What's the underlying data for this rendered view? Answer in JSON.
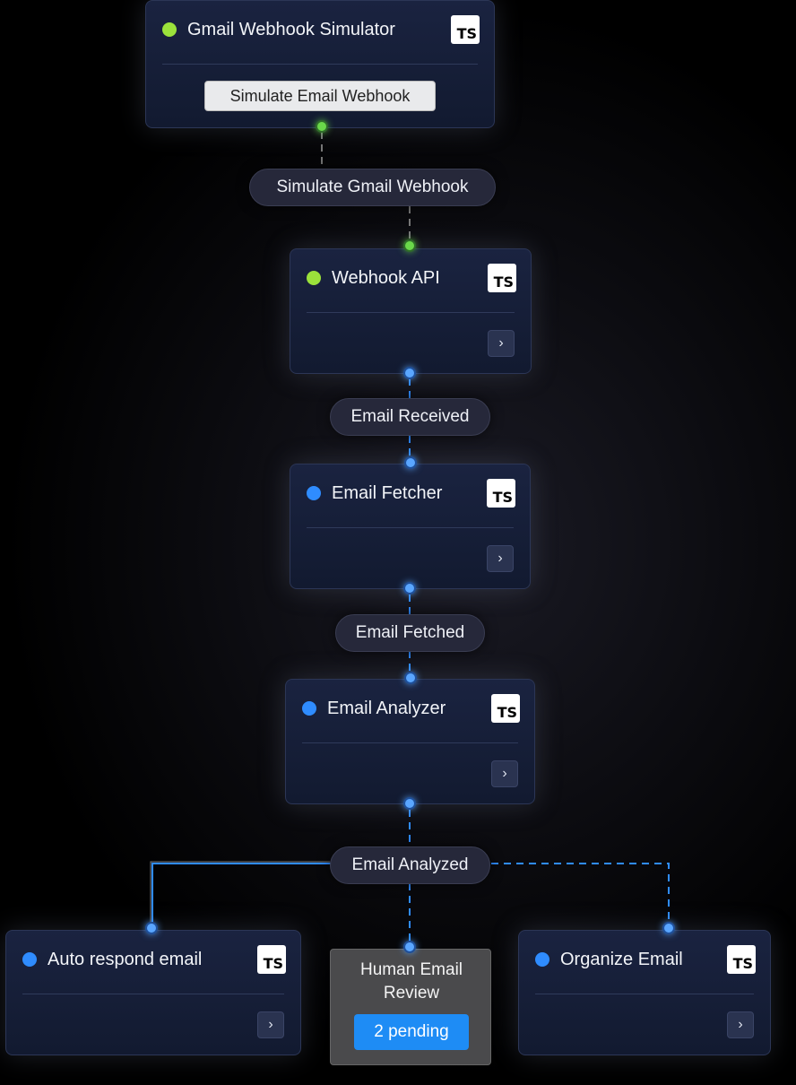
{
  "nodes": {
    "simulator": {
      "title": "Gmail Webhook Simulator",
      "badge": "TS",
      "button_label": "Simulate Email Webhook",
      "status_color": "#9be23b"
    },
    "webhook_api": {
      "title": "Webhook API",
      "badge": "TS",
      "status_color": "#9be23b"
    },
    "fetcher": {
      "title": "Email Fetcher",
      "badge": "TS",
      "status_color": "#2f8cff"
    },
    "analyzer": {
      "title": "Email Analyzer",
      "badge": "TS",
      "status_color": "#2f8cff"
    },
    "auto_respond": {
      "title": "Auto respond email",
      "badge": "TS",
      "status_color": "#2f8cff"
    },
    "organize": {
      "title": "Organize Email",
      "badge": "TS",
      "status_color": "#2f8cff"
    },
    "human_review": {
      "title": "Human Email Review",
      "pending_label": "2 pending"
    }
  },
  "edges": {
    "simulate": "Simulate Gmail Webhook",
    "received": "Email Received",
    "fetched": "Email Fetched",
    "analyzed": "Email Analyzed"
  },
  "icons": {
    "expand": "chevron-right-icon",
    "expand_glyph": "›"
  }
}
